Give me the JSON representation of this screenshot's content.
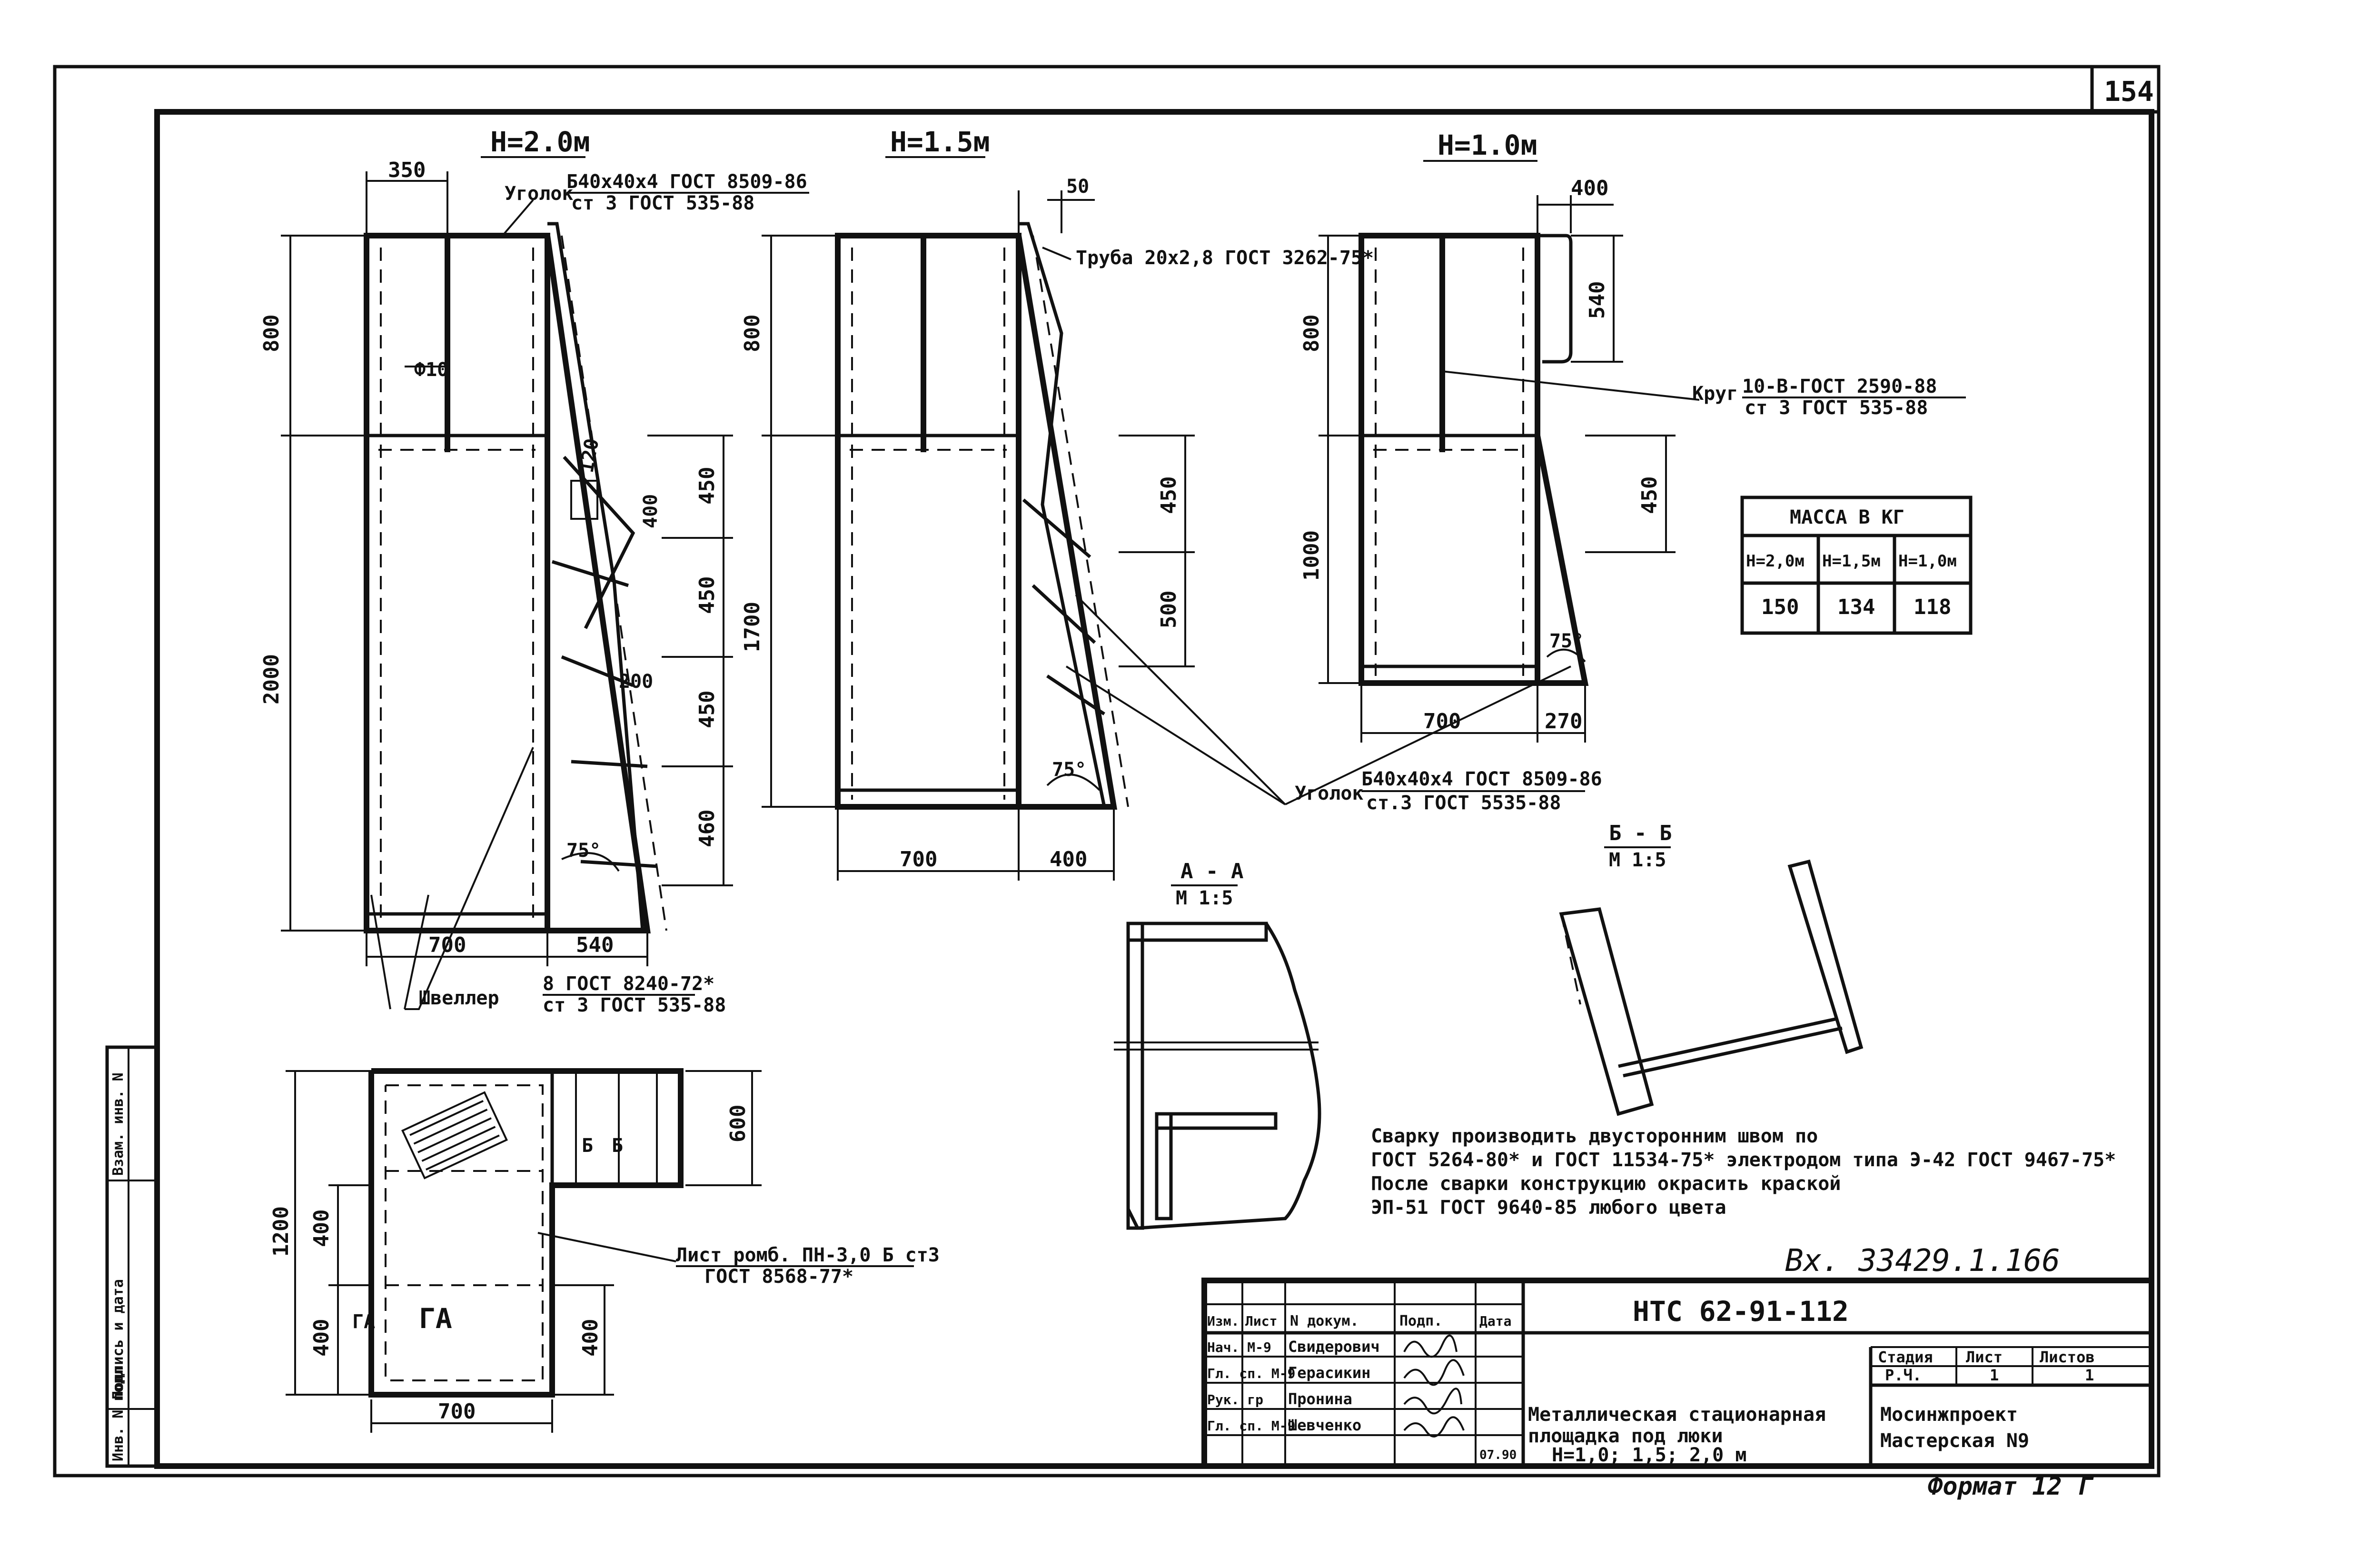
{
  "sheet_number": "154",
  "views": {
    "h20": {
      "title": "H=2.0м"
    },
    "h15": {
      "title": "H=1.5м"
    },
    "h10": {
      "title": "H=1.0м"
    }
  },
  "dims": {
    "h20_350": "350",
    "h20_800": "800",
    "h20_2000": "2000",
    "h20_d10": "Ф10",
    "h20_120": "120",
    "h20_400": "400",
    "h20_450a": "450",
    "h20_450b": "450",
    "h20_450c": "450",
    "h20_460": "460",
    "h20_200": "200",
    "h20_75": "75°",
    "h20_700": "700",
    "h20_540": "540",
    "h15_50": "50",
    "h15_800": "800",
    "h15_1700": "1700",
    "h15_450": "450",
    "h15_500": "500",
    "h15_75": "75°",
    "h15_700": "700",
    "h15_400": "400",
    "h10_400": "400",
    "h10_540": "540",
    "h10_800": "800",
    "h10_1000": "1000",
    "h10_450": "450",
    "h10_75": "75°",
    "h10_700": "700",
    "h10_270": "270",
    "plan_600": "600",
    "plan_1200": "1200",
    "plan_400a": "400",
    "plan_400b": "400",
    "plan_400c": "400",
    "plan_700": "700"
  },
  "callouts": {
    "ugolok_top_1": "Уголок",
    "ugolok_top_2": "Б40х40х4 ГОСТ 8509-86",
    "ugolok_top_3": "ст 3 ГОСТ 535-88",
    "truba": "Труба 20х2,8 ГОСТ 3262-75*",
    "krug_1": "Круг",
    "krug_2": "10-В-ГОСТ 2590-88",
    "krug_3": "ст 3 ГОСТ 535-88",
    "ugolok_mid_1": "Уголок",
    "ugolok_mid_2": "Б40х40х4 ГОСТ 8509-86",
    "ugolok_mid_3": "ст.3 ГОСТ 5535-88",
    "shveller_1": "Швеллер",
    "shveller_2": "8 ГОСТ 8240-72*",
    "shveller_3": "ст 3 ГОСТ 535-88",
    "list_1": "Лист ромб. ПН-3,0 Б ст3",
    "list_2": "ГОСТ 8568-77*",
    "plan_tA1": "ГА",
    "plan_tA2": "ГА",
    "plan_tB1": "Б",
    "plan_tB2": "Б"
  },
  "sections": {
    "aa_title": "А - А",
    "aa_scale": "М 1:5",
    "bb_title": "Б - Б",
    "bb_scale": "М 1:5"
  },
  "mass_table": {
    "title": "МАССА В КГ",
    "headers": [
      "Н=2,0м",
      "Н=1,5м",
      "Н=1,0м"
    ],
    "values": [
      "150",
      "134",
      "118"
    ]
  },
  "notes": [
    "Сварку производить двусторонним швом по",
    "ГОСТ 5264-80* и ГОСТ 11534-75* электродом типа Э-42 ГОСТ 9467-75*",
    "После сварки конструкцию окрасить краской",
    "ЭП-51 ГОСТ 9640-85 любого цвета"
  ],
  "inventory": "Вх. 33429.1.166",
  "title_block": {
    "code": "НТС 62-91-112",
    "col_headers": [
      "Изм.",
      "Лист",
      "N докум.",
      "Подп.",
      "Дата"
    ],
    "roles": [
      "Нач. М-9",
      "Гл. сп. М-9",
      "Рук. гр",
      "Гл. сп. М-9"
    ],
    "names": [
      "Свидерович",
      "Герасикин",
      "Пронина",
      "Шевченко"
    ],
    "date": "07.90",
    "title_lines": [
      "Металлическая стационарная",
      "площадка под люки",
      "Н=1,0; 1,5; 2,0 м"
    ],
    "stage_headers": [
      "Стадия",
      "Лист",
      "Листов"
    ],
    "stage_values": [
      "Р.Ч.",
      "1",
      "1"
    ],
    "org_lines": [
      "Мосинжпроект",
      "Мастерская N9"
    ]
  },
  "side_stamp": [
    "Инв. N подл.",
    "Подпись и дата",
    "Взам. инв. N"
  ],
  "format": "Формат 12 Г"
}
